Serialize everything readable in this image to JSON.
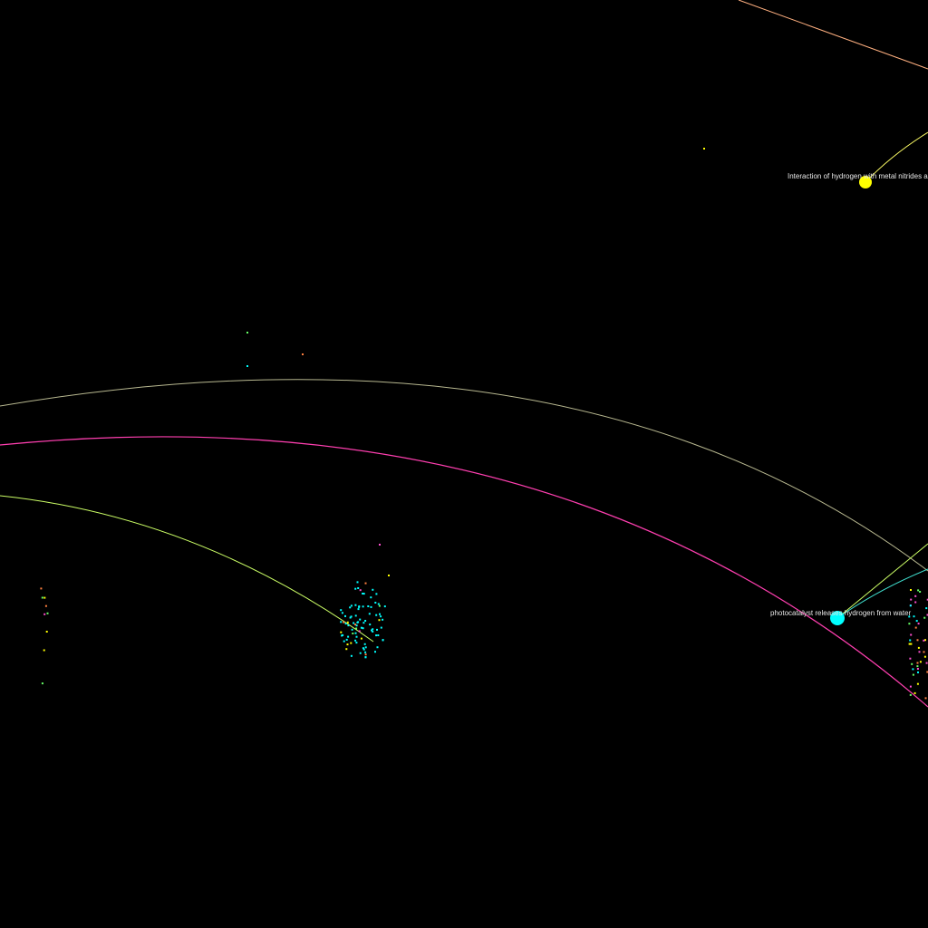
{
  "background_color": "#000000",
  "nodes": [
    {
      "id": "node-hydrogen-metal-nitrides",
      "label": "Interaction of hydrogen with metal nitrides and i",
      "color": "#ffff00"
    },
    {
      "id": "node-photocatalyst",
      "label": "photocatalyst releases hydrogen from water",
      "color": "#00ffff"
    }
  ],
  "edge_colors": {
    "peach": "#ffb080",
    "yellow": "#ffff66",
    "gray": "#b8b890",
    "magenta": "#ff3fb0",
    "lime": "#ccff66",
    "cyan": "#40e0d0"
  },
  "dot_colors": [
    "#00ffff",
    "#ff4fd0",
    "#ffff00",
    "#66ff66",
    "#ff8040"
  ]
}
